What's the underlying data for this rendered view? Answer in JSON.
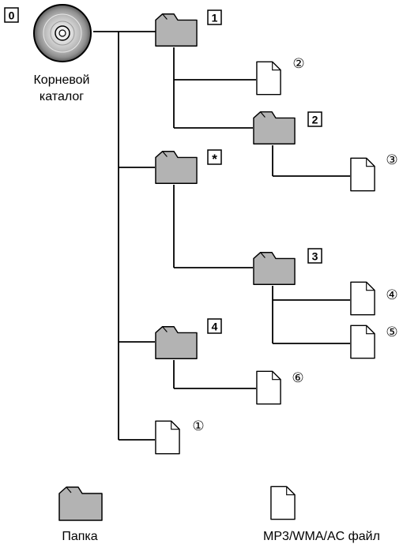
{
  "root": {
    "badge": "0",
    "label_line1": "Корневой",
    "label_line2": "каталог"
  },
  "folders": [
    {
      "id": "f1",
      "badge": "1"
    },
    {
      "id": "f2",
      "badge": "2"
    },
    {
      "id": "fstar",
      "badge": "*"
    },
    {
      "id": "f3",
      "badge": "3"
    },
    {
      "id": "f4",
      "badge": "4"
    }
  ],
  "files": [
    {
      "id": "file2",
      "badge": "②"
    },
    {
      "id": "file3",
      "badge": "③"
    },
    {
      "id": "file4",
      "badge": "④"
    },
    {
      "id": "file5",
      "badge": "⑤"
    },
    {
      "id": "file6",
      "badge": "⑥"
    },
    {
      "id": "file1",
      "badge": "①"
    }
  ],
  "legend": {
    "folder_label": "Папка",
    "file_label": "MP3/WMA/AC файл"
  },
  "colors": {
    "folder_fill": "#b3b3b3",
    "line": "#000000",
    "file_fill": "#ffffff"
  }
}
